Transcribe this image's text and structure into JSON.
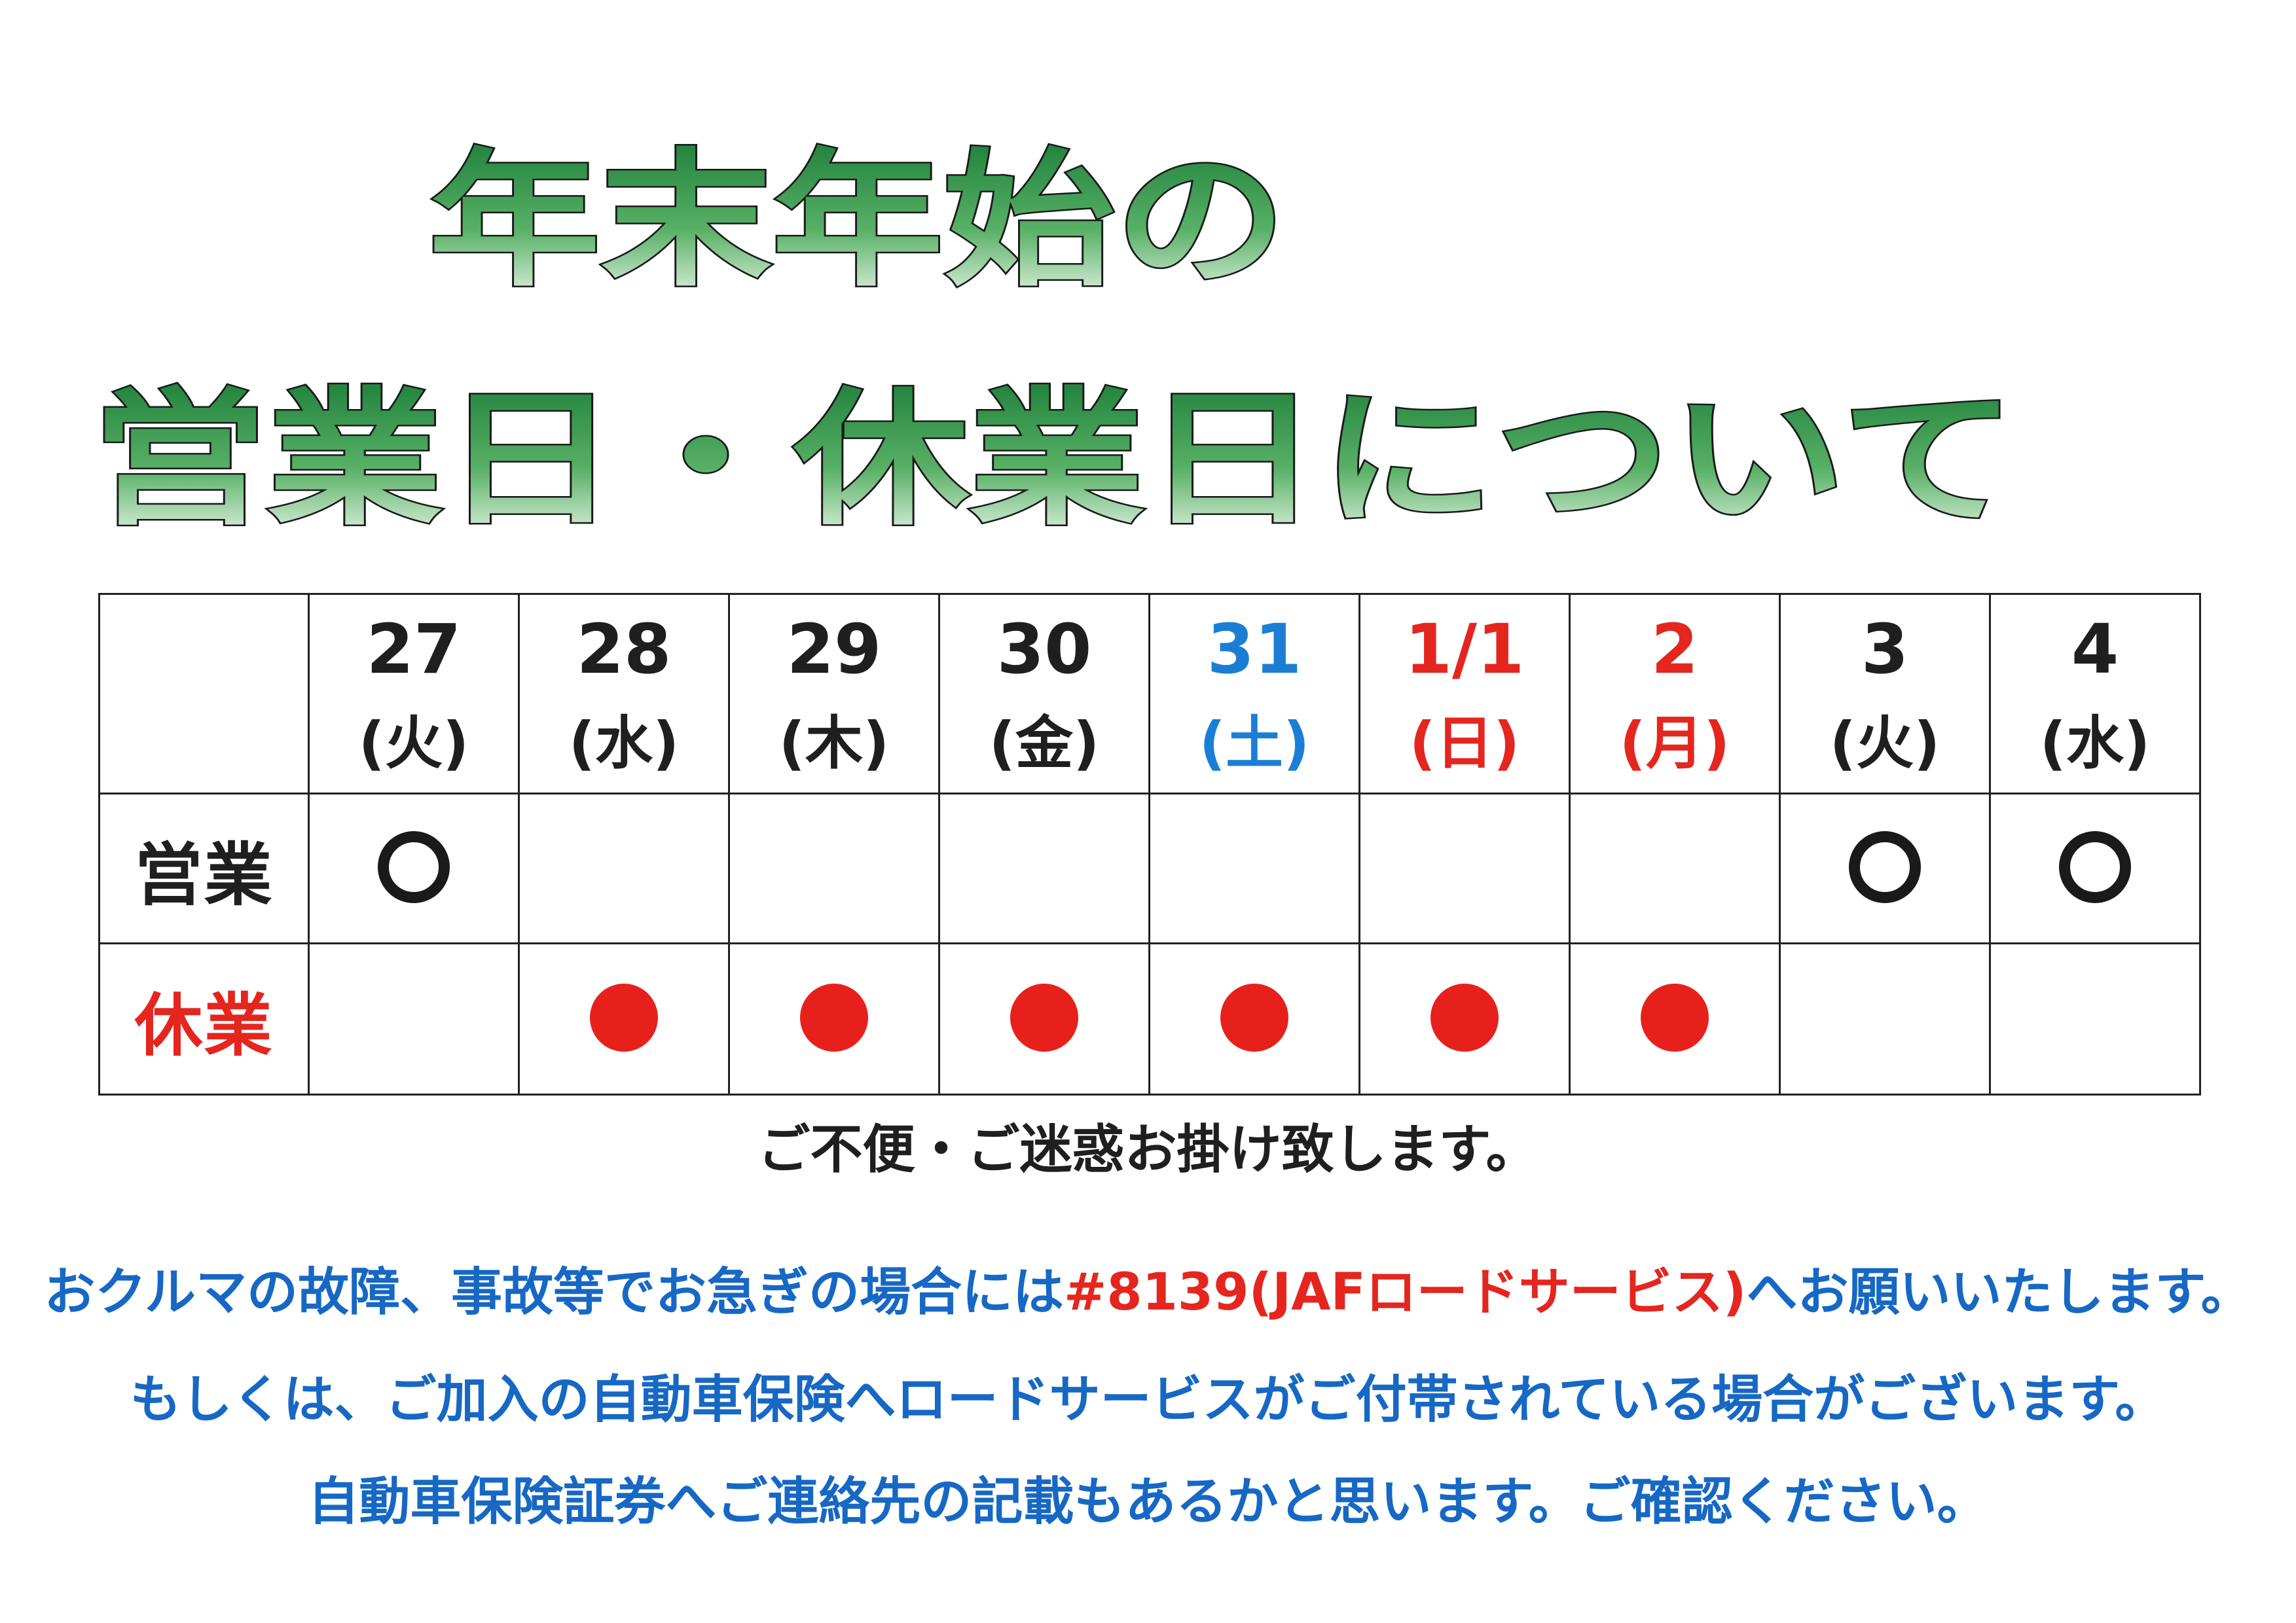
{
  "title": {
    "line1": "年末年始の",
    "line2": "営業日・休業日について"
  },
  "schedule": {
    "days": [
      {
        "date": "27",
        "weekday": "(火)",
        "color": "black",
        "open": true,
        "closed": false
      },
      {
        "date": "28",
        "weekday": "(水)",
        "color": "black",
        "open": false,
        "closed": true
      },
      {
        "date": "29",
        "weekday": "(木)",
        "color": "black",
        "open": false,
        "closed": true
      },
      {
        "date": "30",
        "weekday": "(金)",
        "color": "black",
        "open": false,
        "closed": true
      },
      {
        "date": "31",
        "weekday": "(土)",
        "color": "blue",
        "open": false,
        "closed": true
      },
      {
        "date": "1/1",
        "weekday": "(日)",
        "color": "red",
        "open": false,
        "closed": true
      },
      {
        "date": "2",
        "weekday": "(月)",
        "color": "red",
        "open": false,
        "closed": true
      },
      {
        "date": "3",
        "weekday": "(火)",
        "color": "black",
        "open": true,
        "closed": false
      },
      {
        "date": "4",
        "weekday": "(水)",
        "color": "black",
        "open": true,
        "closed": false
      }
    ],
    "open_label": "営業",
    "closed_label": "休業",
    "open_mark": "open-circle-icon",
    "closed_mark": "filled-red-dot-icon"
  },
  "apology": "ご不便・ご迷惑お掛け致します。",
  "notes": {
    "line1_a": "おクルマの故障、事故等でお急ぎの場合には",
    "line1_b": "#8139(JAFロードサービス)",
    "line1_c": "へお願いいたします。",
    "line2": "もしくは、ご加入の自動車保険へロードサービスがご付帯されている場合がございます。",
    "line3": "自動車保険証券へご連絡先の記載もあるかと思います。ご確認ください。"
  },
  "colors": {
    "title_green": "#1f8f3a",
    "blue_text": "#1668c4",
    "red": "#e4261f",
    "saturday_blue": "#1a7fd4"
  }
}
